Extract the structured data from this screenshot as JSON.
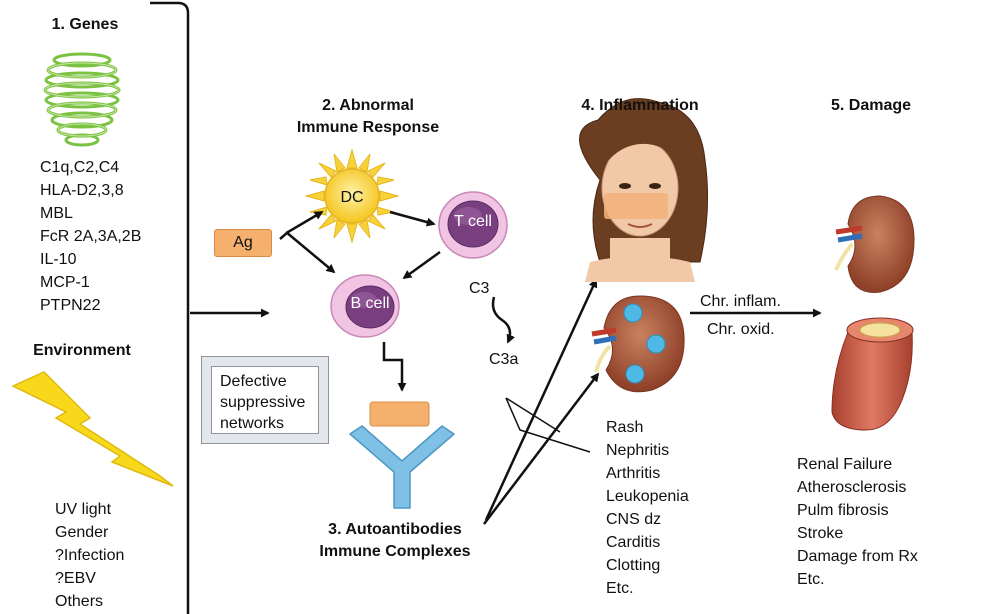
{
  "headers": {
    "genes": "1. Genes",
    "immune": [
      "2. Abnormal",
      "Immune Response"
    ],
    "autoantibodies": [
      "3. Autoantibodies",
      "Immune Complexes"
    ],
    "inflammation": "4. Inflammation",
    "damage": "5. Damage",
    "environment": "Environment"
  },
  "genes_list": [
    "C1q,C2,C4",
    "HLA-D2,3,8",
    "MBL",
    "FcR 2A,3A,2B",
    "IL-10",
    "MCP-1",
    "PTPN22"
  ],
  "environment_list": [
    "UV light",
    "Gender",
    "?Infection",
    "?EBV",
    "Others"
  ],
  "cells": {
    "dc": "DC",
    "tcell": "T cell",
    "bcell": "B cell",
    "antigen": "Ag"
  },
  "complement": {
    "c3": "C3",
    "c3a": "C3a"
  },
  "defective": [
    "Defective",
    "suppressive",
    "networks"
  ],
  "transition": {
    "top": "Chr. inflam.",
    "bottom": "Chr. oxid."
  },
  "inflammation_list": [
    "Rash",
    "Nephritis",
    "Arthritis",
    "Leukopenia",
    "CNS dz",
    "Carditis",
    "Clotting",
    "Etc."
  ],
  "damage_list": [
    "Renal Failure",
    "Atherosclerosis",
    "Pulm fibrosis",
    "Stroke",
    "Damage from Rx",
    "Etc."
  ],
  "colors": {
    "gene_green": "#7cc242",
    "sun_yellow": "#f7d33a",
    "cell_purple": "#7a3f7f",
    "cell_pink": "#e7b3d6",
    "antibody_blue": "#7ec0e6",
    "kidney": "#b05a3a",
    "lightning": "#f8d81b"
  }
}
